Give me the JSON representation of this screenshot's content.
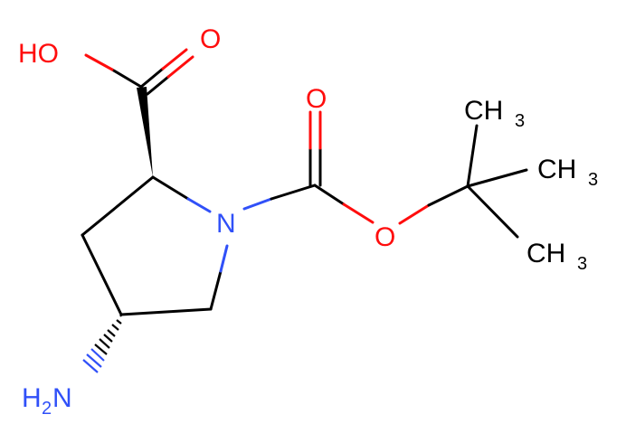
{
  "molecule": {
    "atoms": {
      "hydroxyl": "HO",
      "carbonyl_o_acid": "O",
      "carbonyl_o_boc": "O",
      "ester_o": "O",
      "ring_n": "N",
      "amine": "H",
      "amine_sub": "2",
      "amine_n": "N",
      "methyl_1": "CH",
      "methyl_1_sub": "3",
      "methyl_2": "CH",
      "methyl_2_sub": "3",
      "methyl_3": "CH",
      "methyl_3_sub": "3"
    },
    "colors": {
      "carbon": "#000000",
      "oxygen": "#ff0d0d",
      "nitrogen": "#3050f8"
    }
  }
}
